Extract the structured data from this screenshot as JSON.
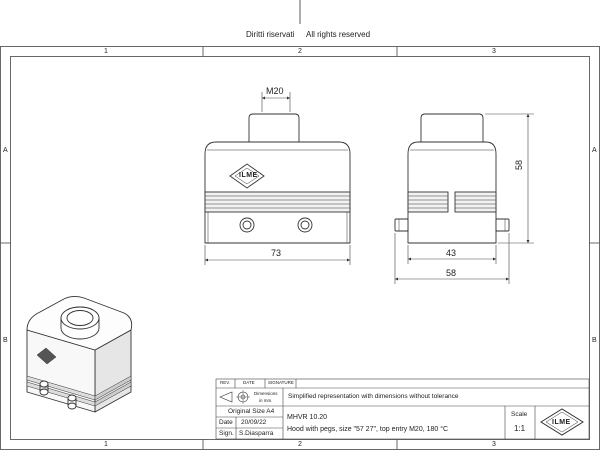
{
  "header": {
    "notice_it": "Diritti riservati",
    "notice_en": "All rights reserved"
  },
  "zones": {
    "columns": [
      "1",
      "2",
      "3"
    ],
    "rows": [
      "A",
      "B"
    ]
  },
  "views": {
    "front": {
      "entry_label": "M20",
      "width_label": "73"
    },
    "side": {
      "height_label": "58",
      "inner_width_label": "43",
      "outer_width_label": "58"
    }
  },
  "title_block": {
    "rev_header": "REV.",
    "date_header": "DATE",
    "signature_header": "SIGNATURE",
    "dimensions_note_line1": "Dimensions",
    "dimensions_note_line2": "in mm.",
    "representation_note": "Simplified representation with dimensions without tolerance",
    "original_size": "Original Size A4",
    "date_label": "Date",
    "date_value": "20/09/22",
    "sign_label": "Sign.",
    "sign_value": "S.Diasparra",
    "part_number": "MHVR 10.20",
    "description": "Hood with pegs, size \"57 27\", top entry M20, 180 °C",
    "scale_label": "Scale",
    "scale_value": "1:1",
    "logo_text": "ILME"
  },
  "colors": {
    "line": "#333333",
    "body_fill": "#ffffff",
    "band_fill": "#f2f2f2"
  }
}
